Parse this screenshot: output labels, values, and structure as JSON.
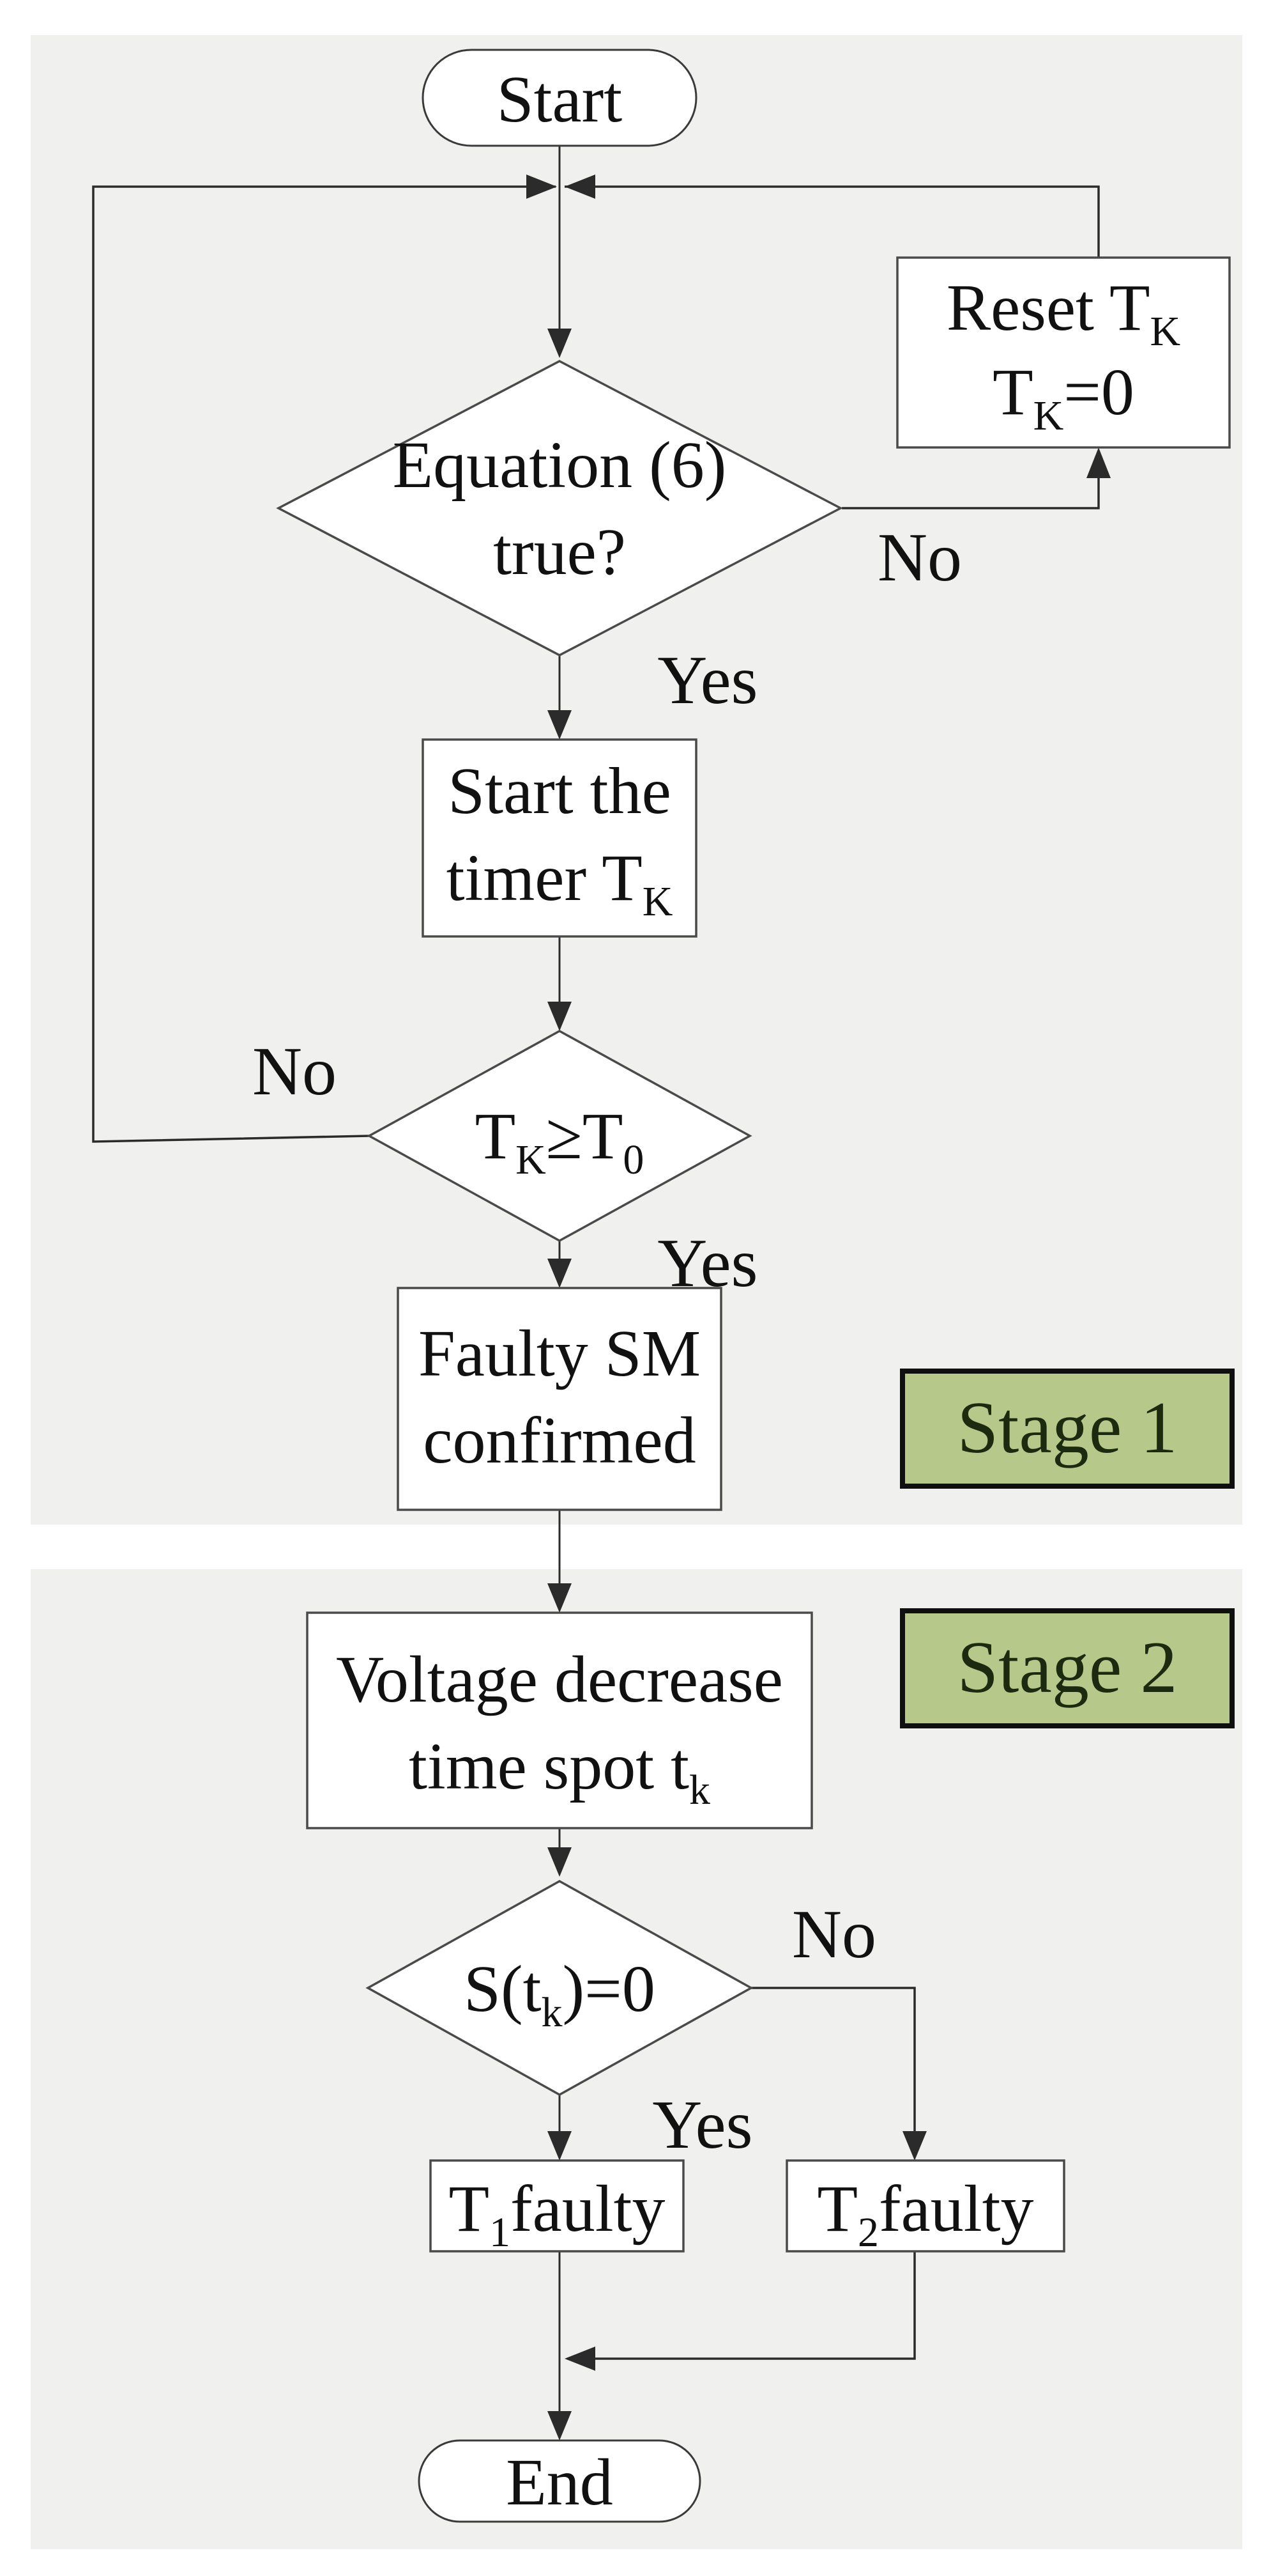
{
  "flowchart": {
    "nodes": {
      "start": {
        "label": "Start"
      },
      "reset": {
        "line1_main": "Reset T",
        "line1_sub": "K",
        "line2_main": "T",
        "line2_sub": "K",
        "line2_tail": "=0"
      },
      "decision_equation": {
        "line1": "Equation (6)",
        "line2": "true?"
      },
      "start_timer": {
        "line1": "Start the",
        "line2_main": "timer T",
        "line2_sub": "K"
      },
      "decision_timer": {
        "part1": "T",
        "sub1": "K",
        "part2": "≥T",
        "sub2": "0"
      },
      "faulty_sm": {
        "line1": "Faulty SM",
        "line2": "confirmed"
      },
      "voltage_decrease": {
        "line1": "Voltage decrease",
        "line2_main": "time spot t",
        "line2_sub": "k"
      },
      "decision_s": {
        "part1": "S(t",
        "sub1": "k",
        "part2": ")=0"
      },
      "t1_faulty": {
        "main": "T",
        "sub": "1",
        "tail": "faulty"
      },
      "t2_faulty": {
        "main": "T",
        "sub": "2",
        "tail": "faulty"
      },
      "end": {
        "label": "End"
      }
    },
    "edge_labels": {
      "yes1": "Yes",
      "no1": "No",
      "no2": "No",
      "yes2": "Yes",
      "no3": "No",
      "yes3": "Yes"
    },
    "stages": {
      "stage1": "Stage 1",
      "stage2": "Stage 2"
    },
    "colors": {
      "panel": "#f0f0ef",
      "page": "#ffffff",
      "line": "#2b2b2b",
      "node_fill": "#ffffff",
      "node_border": "#4a4a4a",
      "stage_fill": "#b6c98b",
      "stage_border": "#0f0f0f",
      "stage_text": "#1c2b10",
      "text": "#111111"
    }
  }
}
